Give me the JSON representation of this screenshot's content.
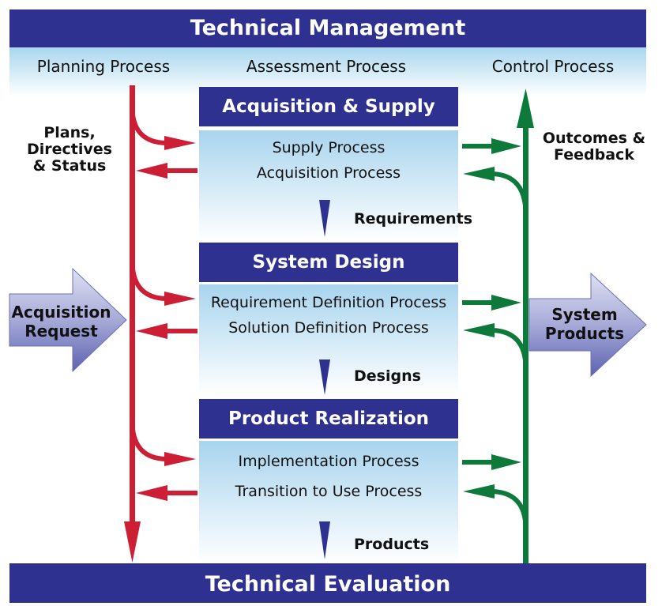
{
  "top_band": "Technical Management",
  "bottom_band": "Technical Evaluation",
  "processes": {
    "planning": "Planning Process",
    "assessment": "Assessment Process",
    "control": "Control Process"
  },
  "left_label": [
    "Plans,",
    "Directives",
    "& Status"
  ],
  "right_label": [
    "Outcomes &",
    "Feedback"
  ],
  "input_arrow": [
    "Acquisition",
    "Request"
  ],
  "output_arrow": [
    "System",
    "Products"
  ],
  "stages": [
    {
      "title": "Acquisition & Supply",
      "items": [
        "Supply Process",
        "Acquisition Process"
      ],
      "output": "Requirements"
    },
    {
      "title": "System Design",
      "items": [
        "Requirement Definition Process",
        "Solution Definition Process"
      ],
      "output": "Designs"
    },
    {
      "title": "Product Realization",
      "items": [
        "Implementation Process",
        "Transition to Use Process"
      ],
      "output": "Products"
    }
  ],
  "colors": {
    "band": "#2e3190",
    "plan_arrow": "#cc1f36",
    "control_arrow": "#0d7a3c"
  }
}
